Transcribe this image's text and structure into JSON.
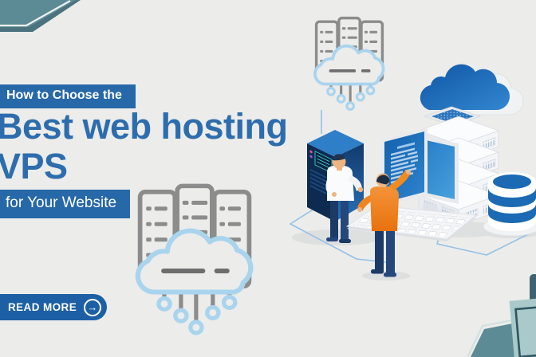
{
  "banner": {
    "kicker": "How to Choose the",
    "title_line1": "Best web hosting",
    "title_line2": "VPS",
    "subtitle": "for Your Website",
    "cta": {
      "label": "READ MORE",
      "arrow": "→"
    }
  },
  "icons": {
    "cloud_server": "cloud-server-icon",
    "arrow_right": "arrow-right-icon",
    "corner_accent": "corner-accent-shape"
  },
  "colors": {
    "bg": "#ececea",
    "box-blue": "#2768a8",
    "heading-blue": "#2d6dad",
    "button-blue": "#1d5fa4",
    "teal": "#5c8a95",
    "teal-dark": "#4a737f",
    "teal-light": "#aac9ca",
    "icon-gray": "#8c8c8c",
    "icon-blue": "#a8d4ee",
    "ill-blue": "#1b6ab3",
    "orange": "#f0861f",
    "navy": "#1c3a66",
    "skin": "#eeb481"
  }
}
